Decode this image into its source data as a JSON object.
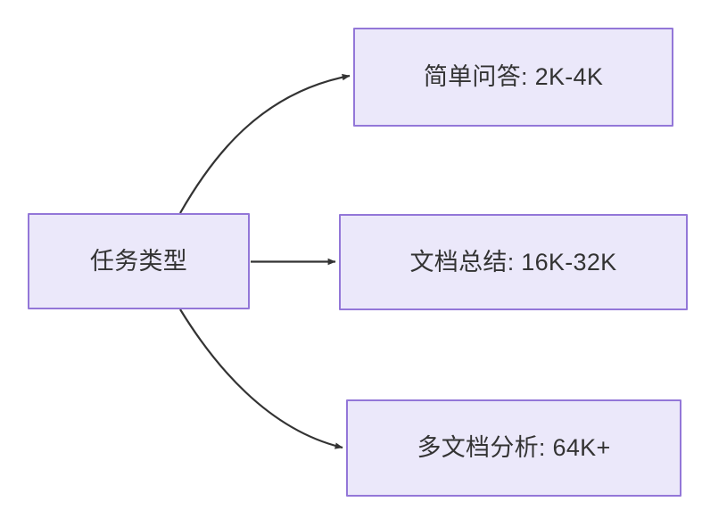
{
  "diagram": {
    "type": "flowchart",
    "direction": "left-to-right",
    "background_color": "#ffffff",
    "node_fill_color": "#ebe8fa",
    "node_border_color": "#9377d8",
    "node_text_color": "#333333",
    "edge_color": "#333333",
    "root": {
      "id": "task-type",
      "label": "任务类型"
    },
    "branches": [
      {
        "id": "simple-qa",
        "label": "简单问答: 2K-4K",
        "task": "简单问答",
        "range": "2K-4K",
        "edge_style": "curved-up"
      },
      {
        "id": "doc-summary",
        "label": "文档总结: 16K-32K",
        "task": "文档总结",
        "range": "16K-32K",
        "edge_style": "straight"
      },
      {
        "id": "multi-doc",
        "label": "多文档分析: 64K+",
        "task": "多文档分析",
        "range": "64K+",
        "edge_style": "curved-down"
      }
    ]
  }
}
